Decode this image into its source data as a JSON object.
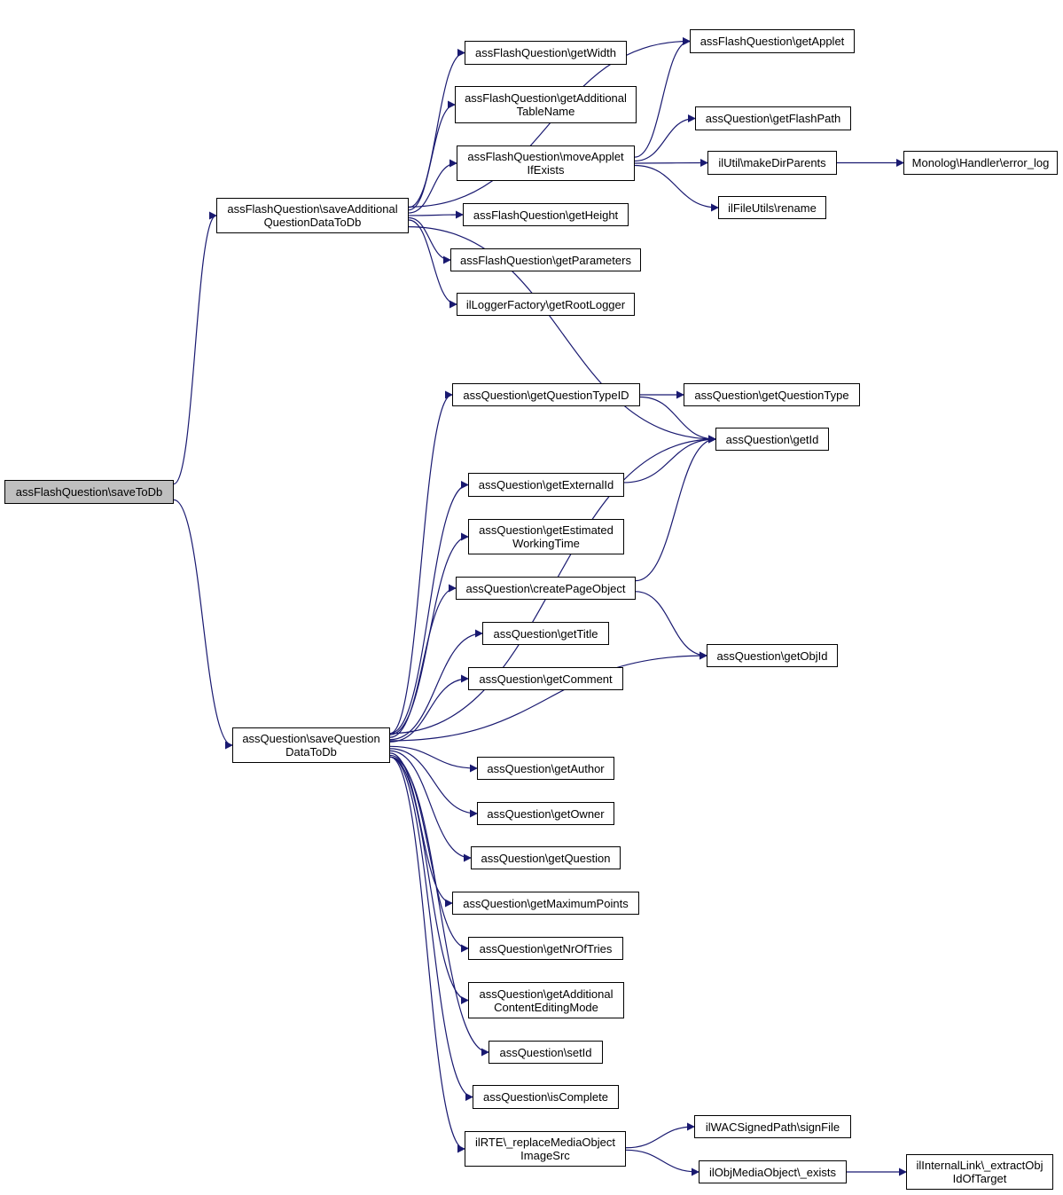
{
  "diagram": {
    "nodes": [
      {
        "id": "root",
        "label": "assFlashQuestion\\saveToDb",
        "highlight": true
      },
      {
        "id": "saveAdd",
        "label": "assFlashQuestion\\saveAdditional\nQuestionDataToDb"
      },
      {
        "id": "saveQ",
        "label": "assQuestion\\saveQuestion\nDataToDb"
      },
      {
        "id": "getApplet",
        "label": "assFlashQuestion\\getApplet"
      },
      {
        "id": "getWidth",
        "label": "assFlashQuestion\\getWidth"
      },
      {
        "id": "getAddTable",
        "label": "assFlashQuestion\\getAdditional\nTableName"
      },
      {
        "id": "moveApplet",
        "label": "assFlashQuestion\\moveApplet\nIfExists"
      },
      {
        "id": "getFlashPath",
        "label": "assQuestion\\getFlashPath"
      },
      {
        "id": "makeDir",
        "label": "ilUtil\\makeDirParents"
      },
      {
        "id": "errorLog",
        "label": "Monolog\\Handler\\error_log"
      },
      {
        "id": "rename",
        "label": "ilFileUtils\\rename"
      },
      {
        "id": "getHeight",
        "label": "assFlashQuestion\\getHeight"
      },
      {
        "id": "getParams",
        "label": "assFlashQuestion\\getParameters"
      },
      {
        "id": "rootLogger",
        "label": "ilLoggerFactory\\getRootLogger"
      },
      {
        "id": "getQTypeID",
        "label": "assQuestion\\getQuestionTypeID"
      },
      {
        "id": "getQType",
        "label": "assQuestion\\getQuestionType"
      },
      {
        "id": "getId",
        "label": "assQuestion\\getId"
      },
      {
        "id": "getExtId",
        "label": "assQuestion\\getExternalId"
      },
      {
        "id": "getEstTime",
        "label": "assQuestion\\getEstimated\nWorkingTime"
      },
      {
        "id": "createPage",
        "label": "assQuestion\\createPageObject"
      },
      {
        "id": "getTitle",
        "label": "assQuestion\\getTitle"
      },
      {
        "id": "getObjId",
        "label": "assQuestion\\getObjId"
      },
      {
        "id": "getComment",
        "label": "assQuestion\\getComment"
      },
      {
        "id": "getAuthor",
        "label": "assQuestion\\getAuthor"
      },
      {
        "id": "getOwner",
        "label": "assQuestion\\getOwner"
      },
      {
        "id": "getQuestion",
        "label": "assQuestion\\getQuestion"
      },
      {
        "id": "getMaxPts",
        "label": "assQuestion\\getMaximumPoints"
      },
      {
        "id": "getNrTries",
        "label": "assQuestion\\getNrOfTries"
      },
      {
        "id": "getAddContent",
        "label": "assQuestion\\getAdditional\nContentEditingMode"
      },
      {
        "id": "setId",
        "label": "assQuestion\\setId"
      },
      {
        "id": "isComplete",
        "label": "assQuestion\\isComplete"
      },
      {
        "id": "replaceMedia",
        "label": "ilRTE\\_replaceMediaObject\nImageSrc"
      },
      {
        "id": "signFile",
        "label": "ilWACSignedPath\\signFile"
      },
      {
        "id": "objExists",
        "label": "ilObjMediaObject\\_exists"
      },
      {
        "id": "extractObj",
        "label": "ilInternalLink\\_extractObj\nIdOfTarget"
      }
    ],
    "edges": [
      [
        "root",
        "saveAdd"
      ],
      [
        "root",
        "saveQ"
      ],
      [
        "saveAdd",
        "getApplet"
      ],
      [
        "saveAdd",
        "getWidth"
      ],
      [
        "saveAdd",
        "getAddTable"
      ],
      [
        "saveAdd",
        "moveApplet"
      ],
      [
        "saveAdd",
        "getHeight"
      ],
      [
        "saveAdd",
        "getParams"
      ],
      [
        "saveAdd",
        "rootLogger"
      ],
      [
        "saveAdd",
        "getId"
      ],
      [
        "moveApplet",
        "getApplet"
      ],
      [
        "moveApplet",
        "getFlashPath"
      ],
      [
        "moveApplet",
        "makeDir"
      ],
      [
        "moveApplet",
        "rename"
      ],
      [
        "makeDir",
        "errorLog"
      ],
      [
        "saveQ",
        "getQTypeID"
      ],
      [
        "saveQ",
        "getId"
      ],
      [
        "saveQ",
        "getExtId"
      ],
      [
        "saveQ",
        "getEstTime"
      ],
      [
        "saveQ",
        "createPage"
      ],
      [
        "saveQ",
        "getTitle"
      ],
      [
        "saveQ",
        "getComment"
      ],
      [
        "saveQ",
        "getObjId"
      ],
      [
        "saveQ",
        "getAuthor"
      ],
      [
        "saveQ",
        "getOwner"
      ],
      [
        "saveQ",
        "getQuestion"
      ],
      [
        "saveQ",
        "getMaxPts"
      ],
      [
        "saveQ",
        "getNrTries"
      ],
      [
        "saveQ",
        "getAddContent"
      ],
      [
        "saveQ",
        "setId"
      ],
      [
        "saveQ",
        "isComplete"
      ],
      [
        "saveQ",
        "replaceMedia"
      ],
      [
        "getQTypeID",
        "getQType"
      ],
      [
        "getQTypeID",
        "getId"
      ],
      [
        "getExtId",
        "getId"
      ],
      [
        "createPage",
        "getId"
      ],
      [
        "createPage",
        "getObjId"
      ],
      [
        "replaceMedia",
        "signFile"
      ],
      [
        "replaceMedia",
        "objExists"
      ],
      [
        "objExists",
        "extractObj"
      ]
    ]
  },
  "colors": {
    "edge": "#191970",
    "node_border": "#000000",
    "root_fill": "#bfbfbf",
    "node_fill": "#ffffff"
  }
}
